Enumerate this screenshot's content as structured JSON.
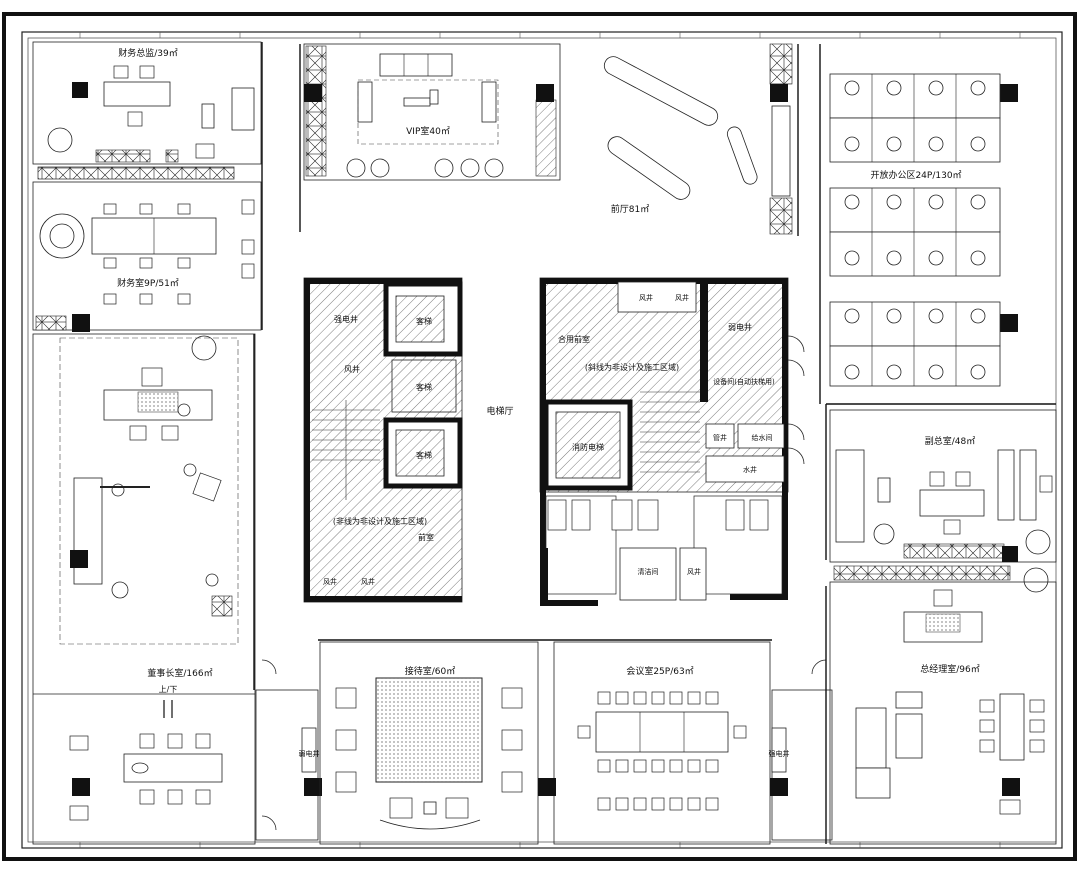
{
  "rooms": {
    "finance_director": "财务总监/39㎡",
    "vip": "VIP室40㎡",
    "lobby": "前厅81㎡",
    "open_office": "开放办公区24P/130㎡",
    "finance_room": "财务室9P/51㎡",
    "elevator_hall": "电梯厅",
    "deputy_gm": "副总室/48㎡",
    "chairman": "董事长室/166㎡",
    "reception": "接待室/60㎡",
    "meeting": "会议室25P/63㎡",
    "gm": "总经理室/96㎡"
  },
  "core": {
    "left_note": "(非线为非设计及施工区域)",
    "right_note": "(斜线为非设计及施工区域)",
    "elevator_1": "客梯",
    "elevator_2": "客梯",
    "elevator_3": "客梯",
    "shaft_fire": "强电井",
    "wind_1": "风井",
    "wind_2": "风井",
    "wind_3": "风井",
    "wind_4": "风井",
    "wind_5": "风井",
    "wind_6": "风井",
    "stair_left": "前室",
    "front_room": "合用前室",
    "fire_elevator": "消防电梯",
    "weak_shaft": "弱电井",
    "equipment": "设备间(自动扶梯用)",
    "pipe": "管井",
    "water_pipe": "给水间",
    "water_well": "水井",
    "cleaning": "清洁间"
  },
  "stair_marker": "上/下",
  "side_labels": {
    "left": "弱电井",
    "right": "强电井"
  }
}
